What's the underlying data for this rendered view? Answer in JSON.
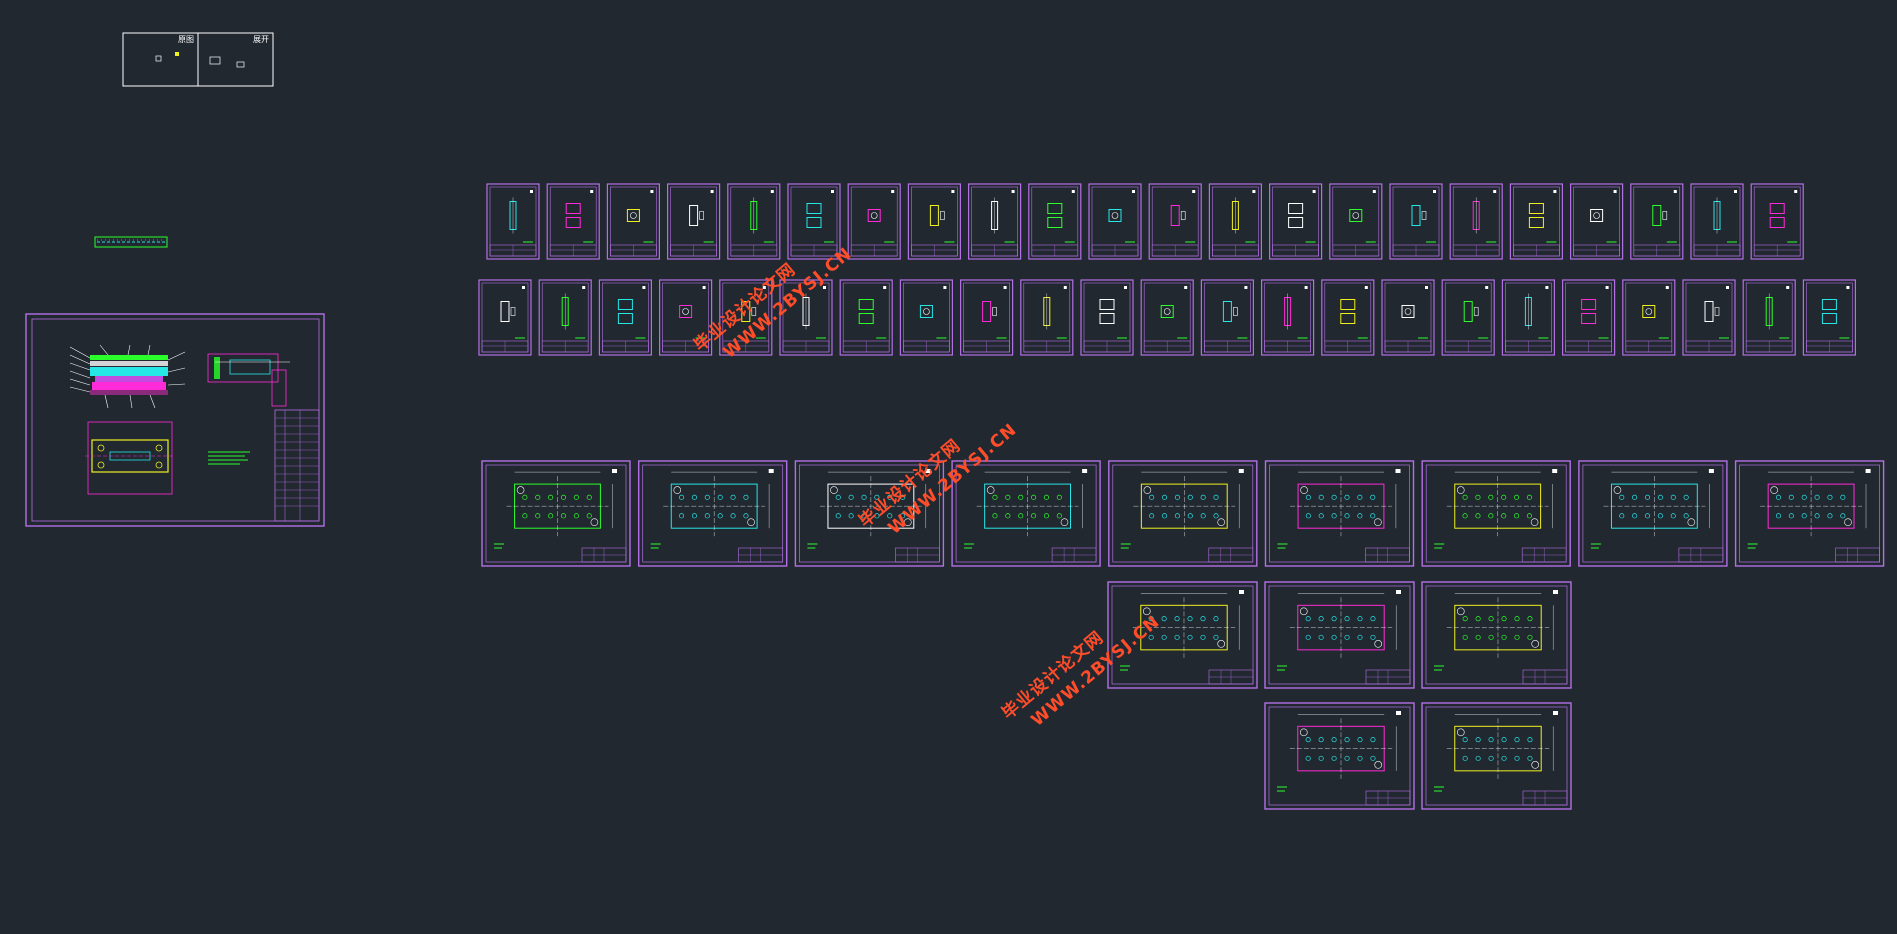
{
  "legend_box": {
    "label_left": "原图",
    "label_right": "展开"
  },
  "watermarks": [
    {
      "line1": "毕业设计论文网",
      "line2": "WWW.2BYSJ.CN"
    },
    {
      "line1": "毕业设计论文网",
      "line2": "WWW.2BYSJ.CN"
    },
    {
      "line1": "毕业设计论文网",
      "line2": "WWW.2BYSJ.CN"
    }
  ],
  "colors": {
    "background": "#212830",
    "frame": "#b46fe6",
    "white": "#ffffff",
    "green": "#2bff2b",
    "cyan": "#26e6e6",
    "yellow": "#f0f020",
    "magenta": "#ff2bd8",
    "watermark": "#ff4d2a"
  }
}
